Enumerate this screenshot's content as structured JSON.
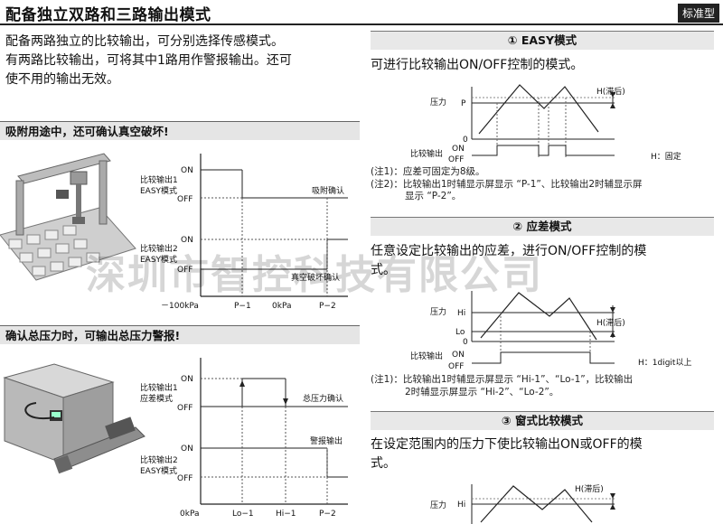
{
  "header": {
    "title": "配备独立双路和三路输出模式",
    "badge": "标准型"
  },
  "intro": {
    "line1": "配备两路独立的比较输出，可分别选择传感模式。",
    "line2": "有两路比较输出，可将其中1路用作警报输出。还可",
    "line3": "使不用的输出无效。"
  },
  "left": {
    "section1": {
      "heading": "吸附用途中，还可确认真空破坏!",
      "ch1_label_a": "比较输出1",
      "ch1_label_b": "EASY模式",
      "ch2_label_a": "比较输出2",
      "ch2_label_b": "EASY模式",
      "on": "ON",
      "off": "OFF",
      "ann1": "吸附确认",
      "ann2": "真空破坏确认",
      "x_ticks": [
        "－100kPa",
        "P−1",
        "0kPa",
        "P−2"
      ]
    },
    "section2": {
      "heading": "确认总压力时，可输出总压力警报!",
      "ch1_label_a": "比较输出1",
      "ch1_label_b": "应差模式",
      "ch2_label_a": "比较输出2",
      "ch2_label_b": "EASY模式",
      "on": "ON",
      "off": "OFF",
      "ann1": "总压力确认",
      "ann2": "警报输出",
      "x_ticks": [
        "0kPa",
        "Lo−1",
        "Hi−1",
        "P−2"
      ]
    }
  },
  "right": {
    "mode1": {
      "title": "① EASY模式",
      "desc": "可进行比较输出ON/OFF控制的模式。",
      "y_label": "压力",
      "p_label": "P",
      "zero": "0",
      "hyst": "H(滞后)",
      "out_label": "比较输出",
      "on": "ON",
      "off": "OFF",
      "h_note": "H：固定",
      "note1": "(注1)：应差可固定为8级。",
      "note2a": "(注2)：比较输出1时辅显示屏显示 “P-1”、比较输出2时辅显示屏",
      "note2b": "显示 “P-2”。"
    },
    "mode2": {
      "title": "② 应差模式",
      "desc1": "任意设定比较输出的应差，进行ON/OFF控制的模",
      "desc2": "式。",
      "y_label": "压力",
      "hi": "Hi",
      "lo": "Lo",
      "zero": "0",
      "hyst": "H(滞后)",
      "out_label": "比较输出",
      "on": "ON",
      "off": "OFF",
      "h_note": "H：1digit以上",
      "note1a": "(注1)：比较输出1时辅显示屏显示 “Hi-1”、“Lo-1”，比较输出",
      "note1b": "2时辅显示屏显示 “Hi-2”、“Lo-2”。"
    },
    "mode3": {
      "title": "③ 窗式比较模式",
      "desc1": "在设定范围内的压力下使比较输出ON或OFF的模",
      "desc2": "式。",
      "y_label": "压力",
      "hi": "Hi",
      "hyst": "H(滞后)"
    }
  },
  "watermark": "深圳市智控科技有限公司"
}
